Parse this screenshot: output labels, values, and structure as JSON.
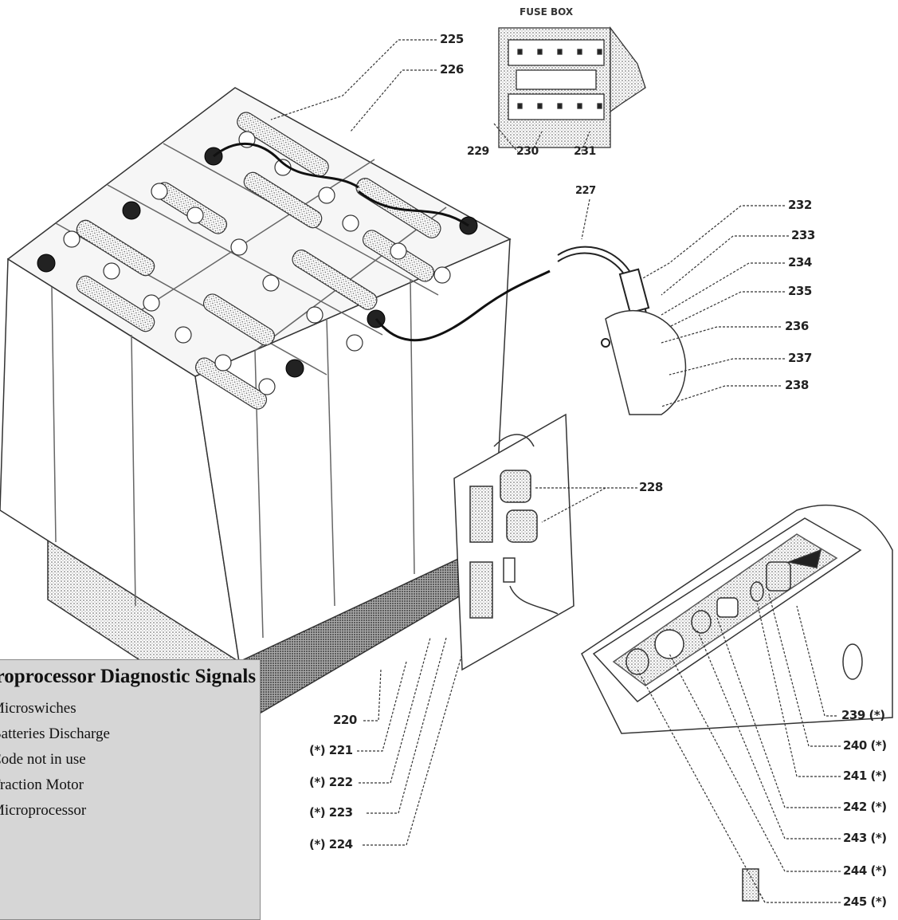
{
  "fuse_box": {
    "title": "FUSE BOX",
    "labels": [
      "229",
      "230",
      "231"
    ]
  },
  "callouts": {
    "c225": "225",
    "c226": "226",
    "c227": "227",
    "c228": "228",
    "c232": "232",
    "c233": "233",
    "c234": "234",
    "c235": "235",
    "c236": "236",
    "c237": "237",
    "c238": "238",
    "c220": "220",
    "c221": "(*) 221",
    "c222": "(*) 222",
    "c223": "(*) 223",
    "c224": "(*) 224",
    "c239": "239 (*)",
    "c240": "240 (*)",
    "c241": "241 (*)",
    "c242": "242 (*)",
    "c243": "243 (*)",
    "c244": "244 (*)",
    "c245": "245 (*)"
  },
  "panel": {
    "title": "Microprocessor Diagnostic Signals",
    "signals": [
      "Microswiches",
      "Batteries Discharge",
      "Code not in use",
      "Traction Motor",
      "Microprocessor"
    ]
  }
}
